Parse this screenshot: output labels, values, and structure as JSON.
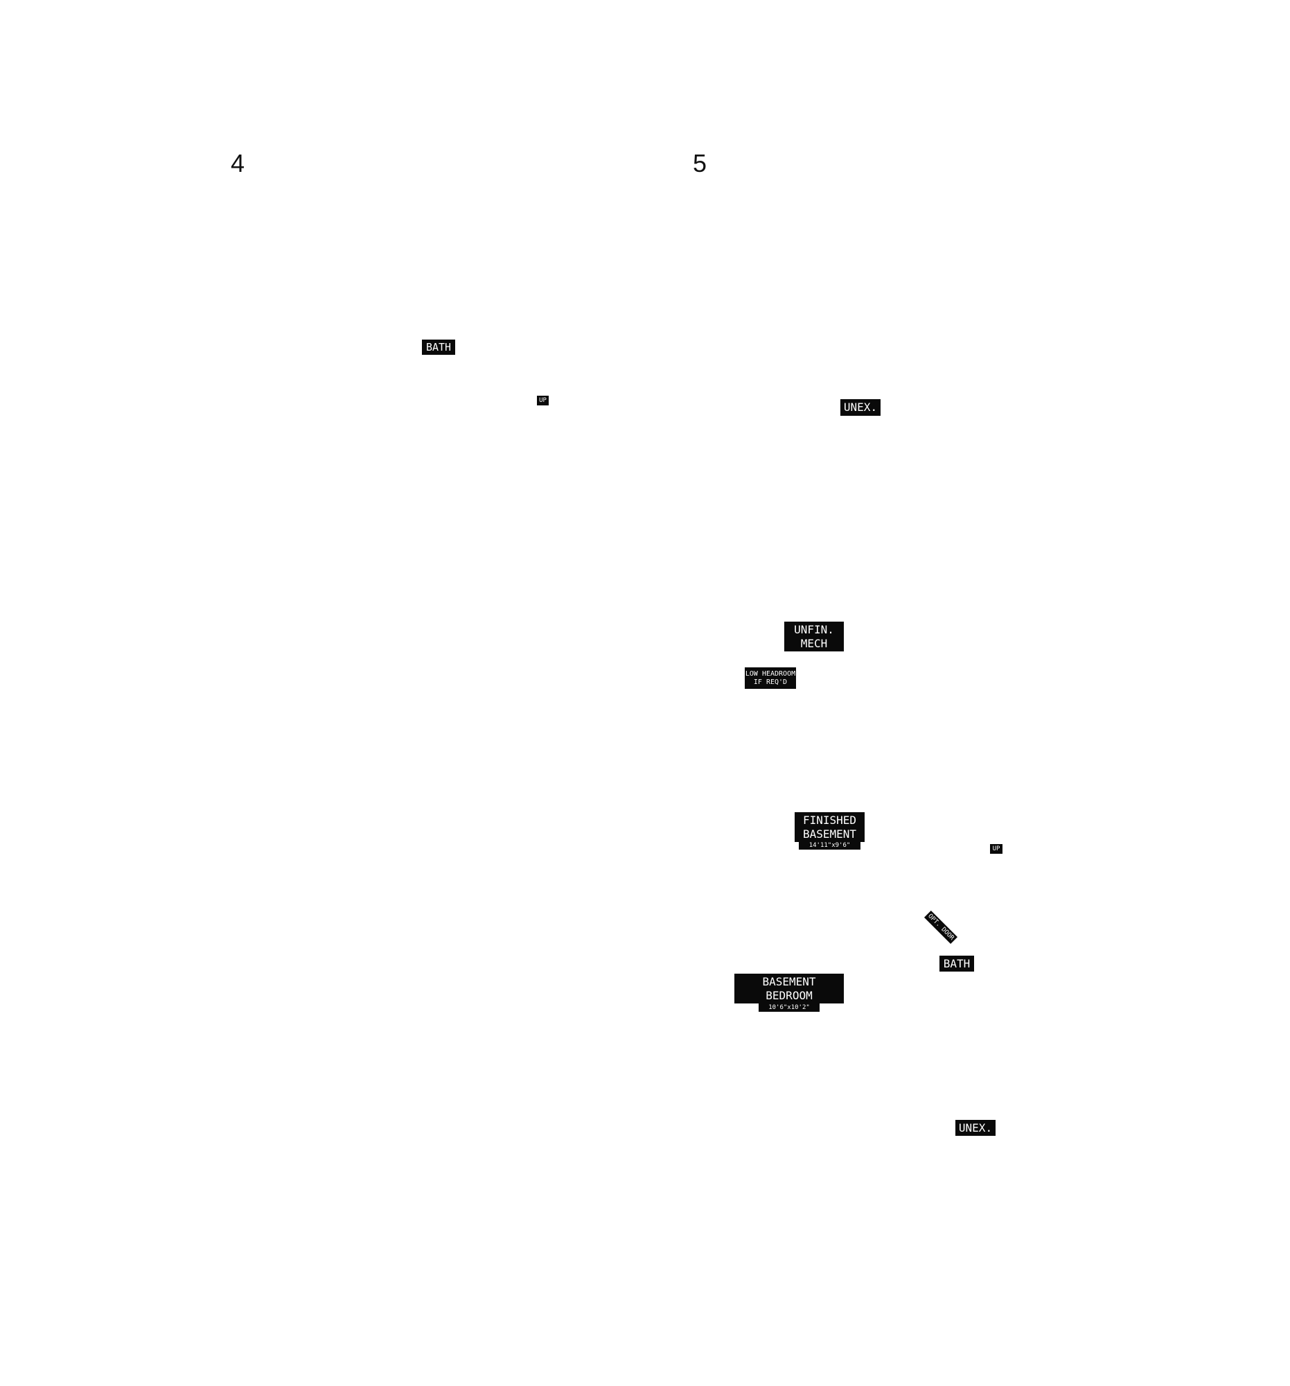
{
  "plans": [
    {
      "number": "4",
      "labels": {
        "bath": "BATH",
        "up": "UP"
      }
    },
    {
      "number": "5",
      "labels": {
        "unex_top": "UNEX.",
        "unfin_mech_line1": "UNFIN.",
        "unfin_mech_line2": "MECH",
        "low_headroom_line1": "LOW HEADROOM",
        "low_headroom_line2": "IF REQ'D",
        "finished_basement_line1": "FINISHED",
        "finished_basement_line2": "BASEMENT",
        "finished_basement_dim": "14'11\"x9'6\"",
        "up": "UP",
        "opt_door": "OPT. DOOR",
        "bath": "BATH",
        "basement_bedroom_line1": "BASEMENT",
        "basement_bedroom_line2": "BEDROOM",
        "basement_bedroom_dim": "10'6\"x10'2\"",
        "unex_bottom": "UNEX."
      }
    }
  ]
}
